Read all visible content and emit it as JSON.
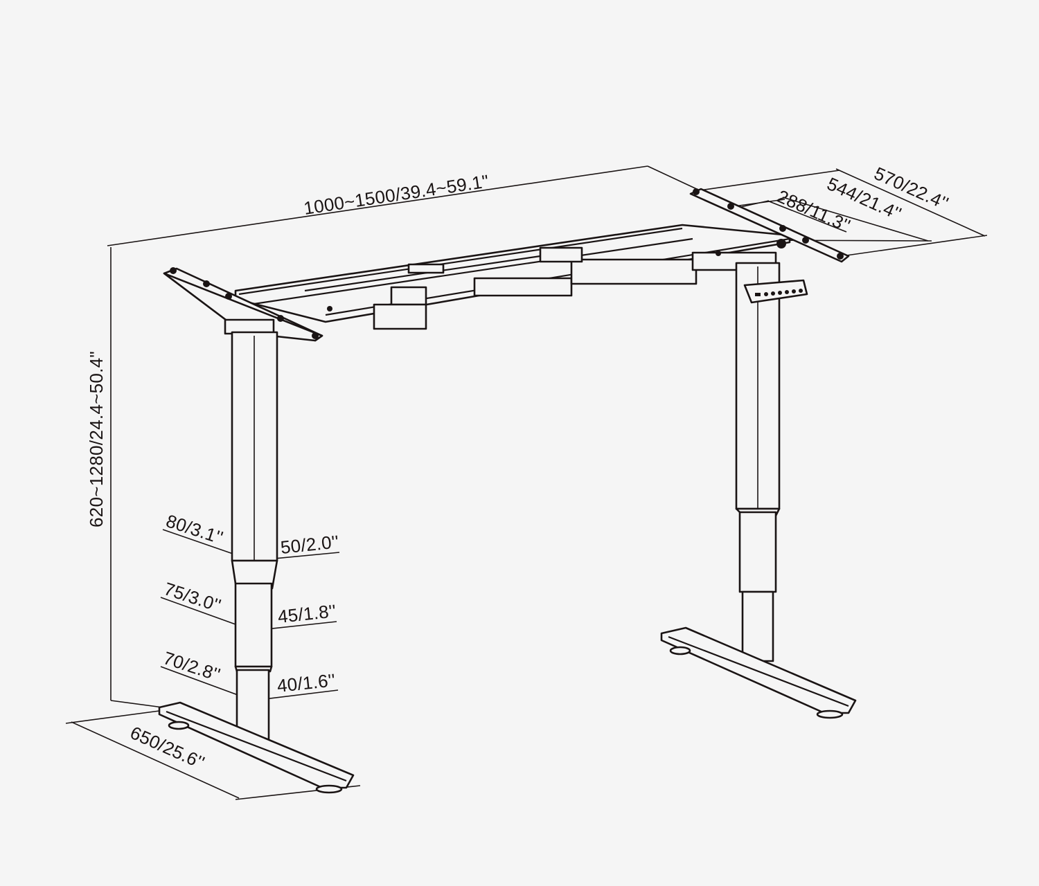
{
  "diagram": {
    "subject": "Electric height-adjustable standing desk frame (dual column, 3-stage legs) with dimensions",
    "background_color": "#f5f5f5",
    "line_color": "#1a1414",
    "dimensions": {
      "width_range": "1000~1500/39.4~59.1\"",
      "depth_foot": "650/25.6''",
      "height_range": "620~1280/24.4~50.4\"",
      "depth_top_bracket": "570/22.4''",
      "depth_side_bracket": "544/21.4''",
      "depth_inner_bracket": "288/11.3''",
      "leg_outer_stage1": "80/3.1''",
      "leg_inner_stage1": "50/2.0''",
      "leg_outer_stage2": "75/3.0''",
      "leg_inner_stage2": "45/1.8''",
      "leg_outer_stage3": "70/2.8''",
      "leg_inner_stage3": "40/1.6''"
    },
    "components": [
      "top-frame-crossbar",
      "left-top-bracket",
      "right-top-bracket",
      "left-leg-column",
      "right-leg-column",
      "left-foot",
      "right-foot",
      "control-box",
      "handset-control-panel"
    ]
  }
}
